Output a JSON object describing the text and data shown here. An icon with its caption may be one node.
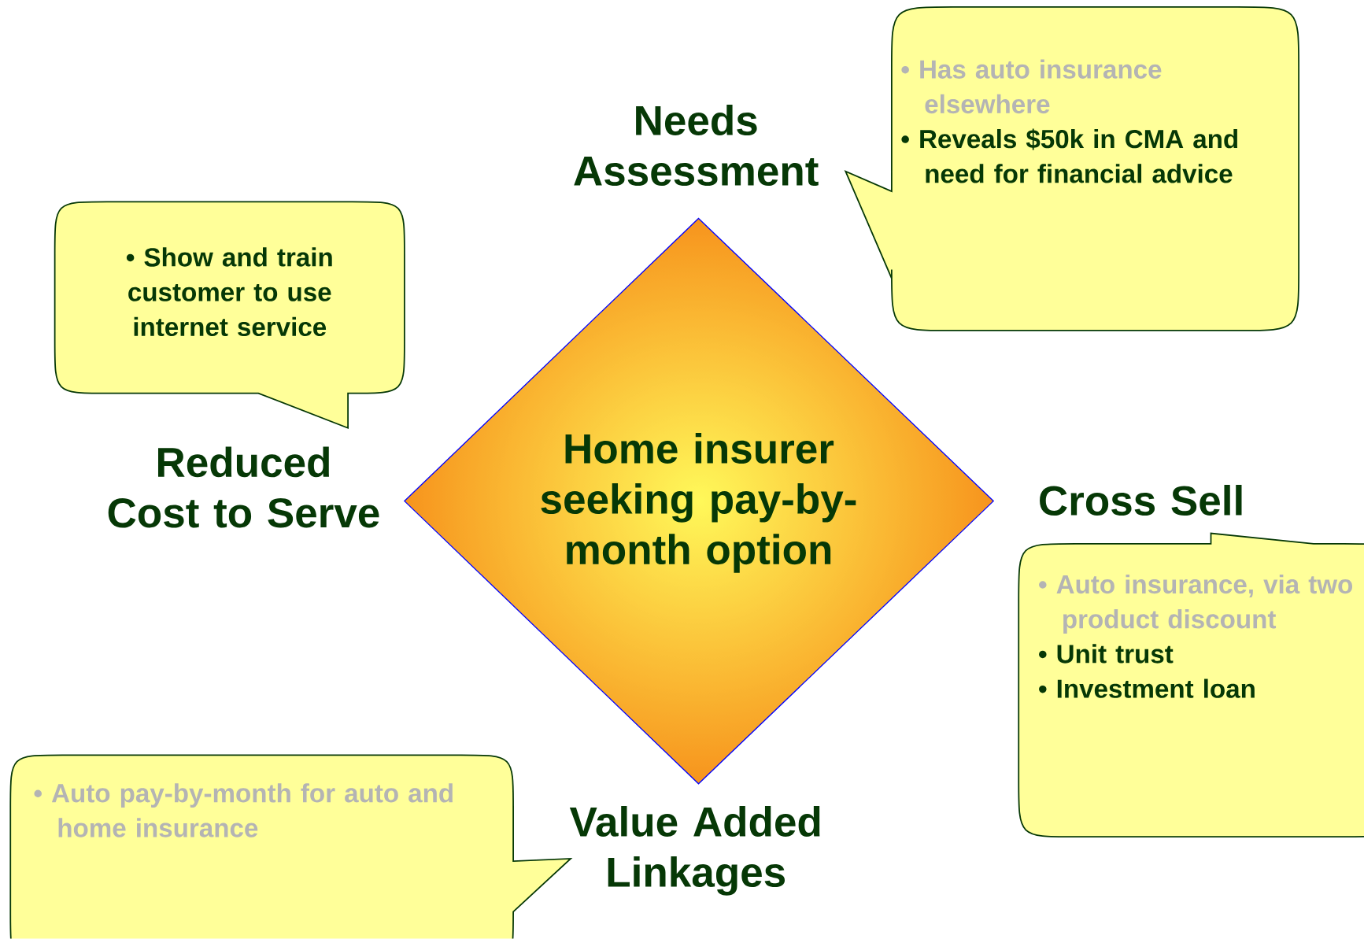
{
  "diagram": {
    "nodes": [
      {
        "text": [
          "Home insurer seeking pay-by-month option"
        ]
      },
      {
        "text": [
          "Needs Assessment",
          "• Has auto insurance elsewhere",
          "• Reveals $50k in CMA and need for financial advice"
        ]
      },
      {
        "text": [
          "• Show and train customer to use internet service",
          "Reduced Cost to Serve"
        ]
      },
      {
        "text": [
          "Cross Sell",
          "• Auto insurance,  via two product discount",
          "• Unit trust",
          "• Investment loan"
        ]
      },
      {
        "text": [
          "Value Added Linkages",
          "• Auto pay-by-month for auto and home insurance"
        ]
      }
    ]
  }
}
